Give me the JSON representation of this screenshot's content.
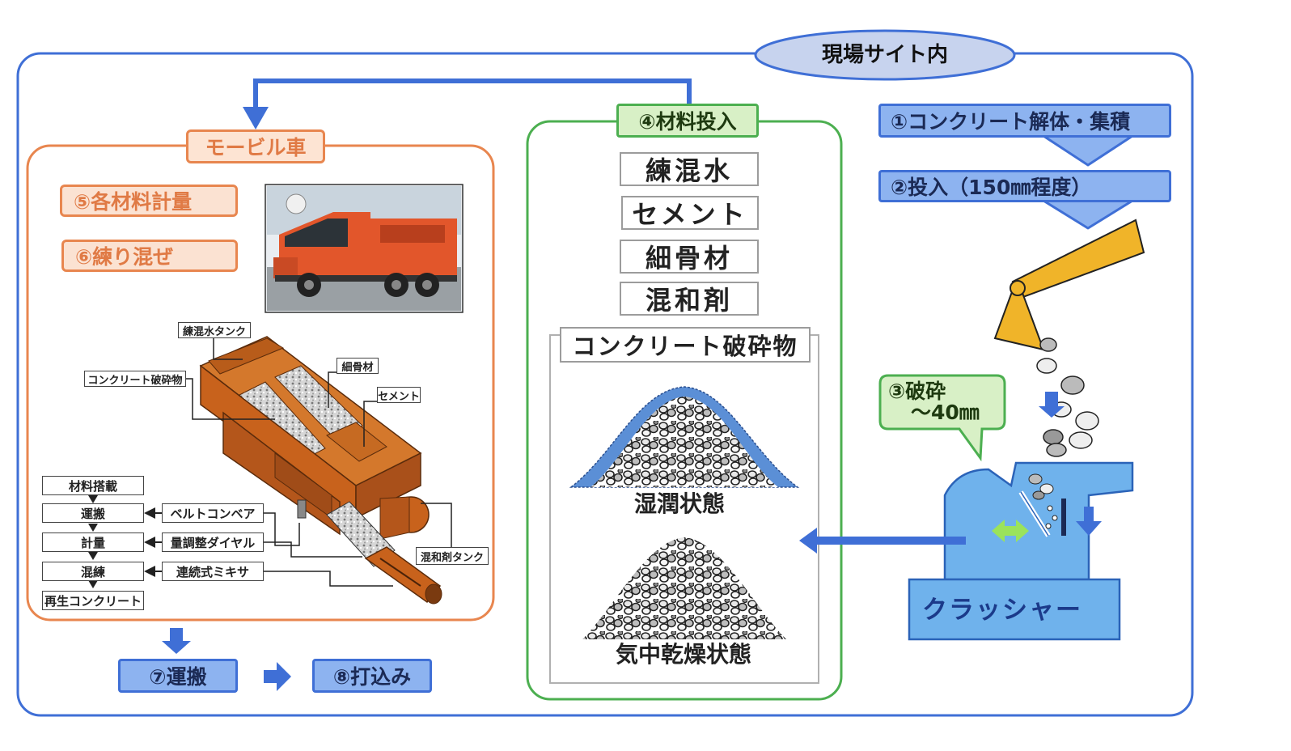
{
  "site_label": "現場サイト内",
  "mobile": {
    "title": "モービル車",
    "step5": "⑤各材料計量",
    "step6": "⑥練り混ぜ",
    "callouts": {
      "water_tank": "練混水タンク",
      "crushed": "コンクリート破砕物",
      "fine_agg": "細骨材",
      "cement": "セメント",
      "admix_tank": "混和剤タンク"
    },
    "flow": [
      "材料搭載",
      "運搬",
      "計量",
      "混練",
      "再生コンクリート"
    ],
    "equipment": [
      "ベルトコンベア",
      "量調整ダイヤル",
      "連続式ミキサ"
    ]
  },
  "materials": {
    "title": "④材料投入",
    "items": [
      "練混水",
      "セメント",
      "細骨材",
      "混和剤"
    ],
    "crushed_title": "コンクリート破砕物",
    "wet_label": "湿潤状態",
    "dry_label": "気中乾燥状態"
  },
  "crusher": {
    "step1": "①コンクリート解体・集積",
    "step2": "②投入（150㎜程度）",
    "step3_line1": "③破砕",
    "step3_line2": "～40㎜",
    "label": "クラッシャー"
  },
  "bottom": {
    "step7": "⑦運搬",
    "step8": "⑧打込み"
  },
  "colors": {
    "blue_border": "#3f6fd6",
    "blue_fill": "#8db3f0",
    "orange": "#e8864f",
    "green": "#4caf50",
    "truck": "#e2562b",
    "machine": "#c8621c",
    "arm": "#f0b429",
    "crusher_fill": "#6fb2ec"
  }
}
